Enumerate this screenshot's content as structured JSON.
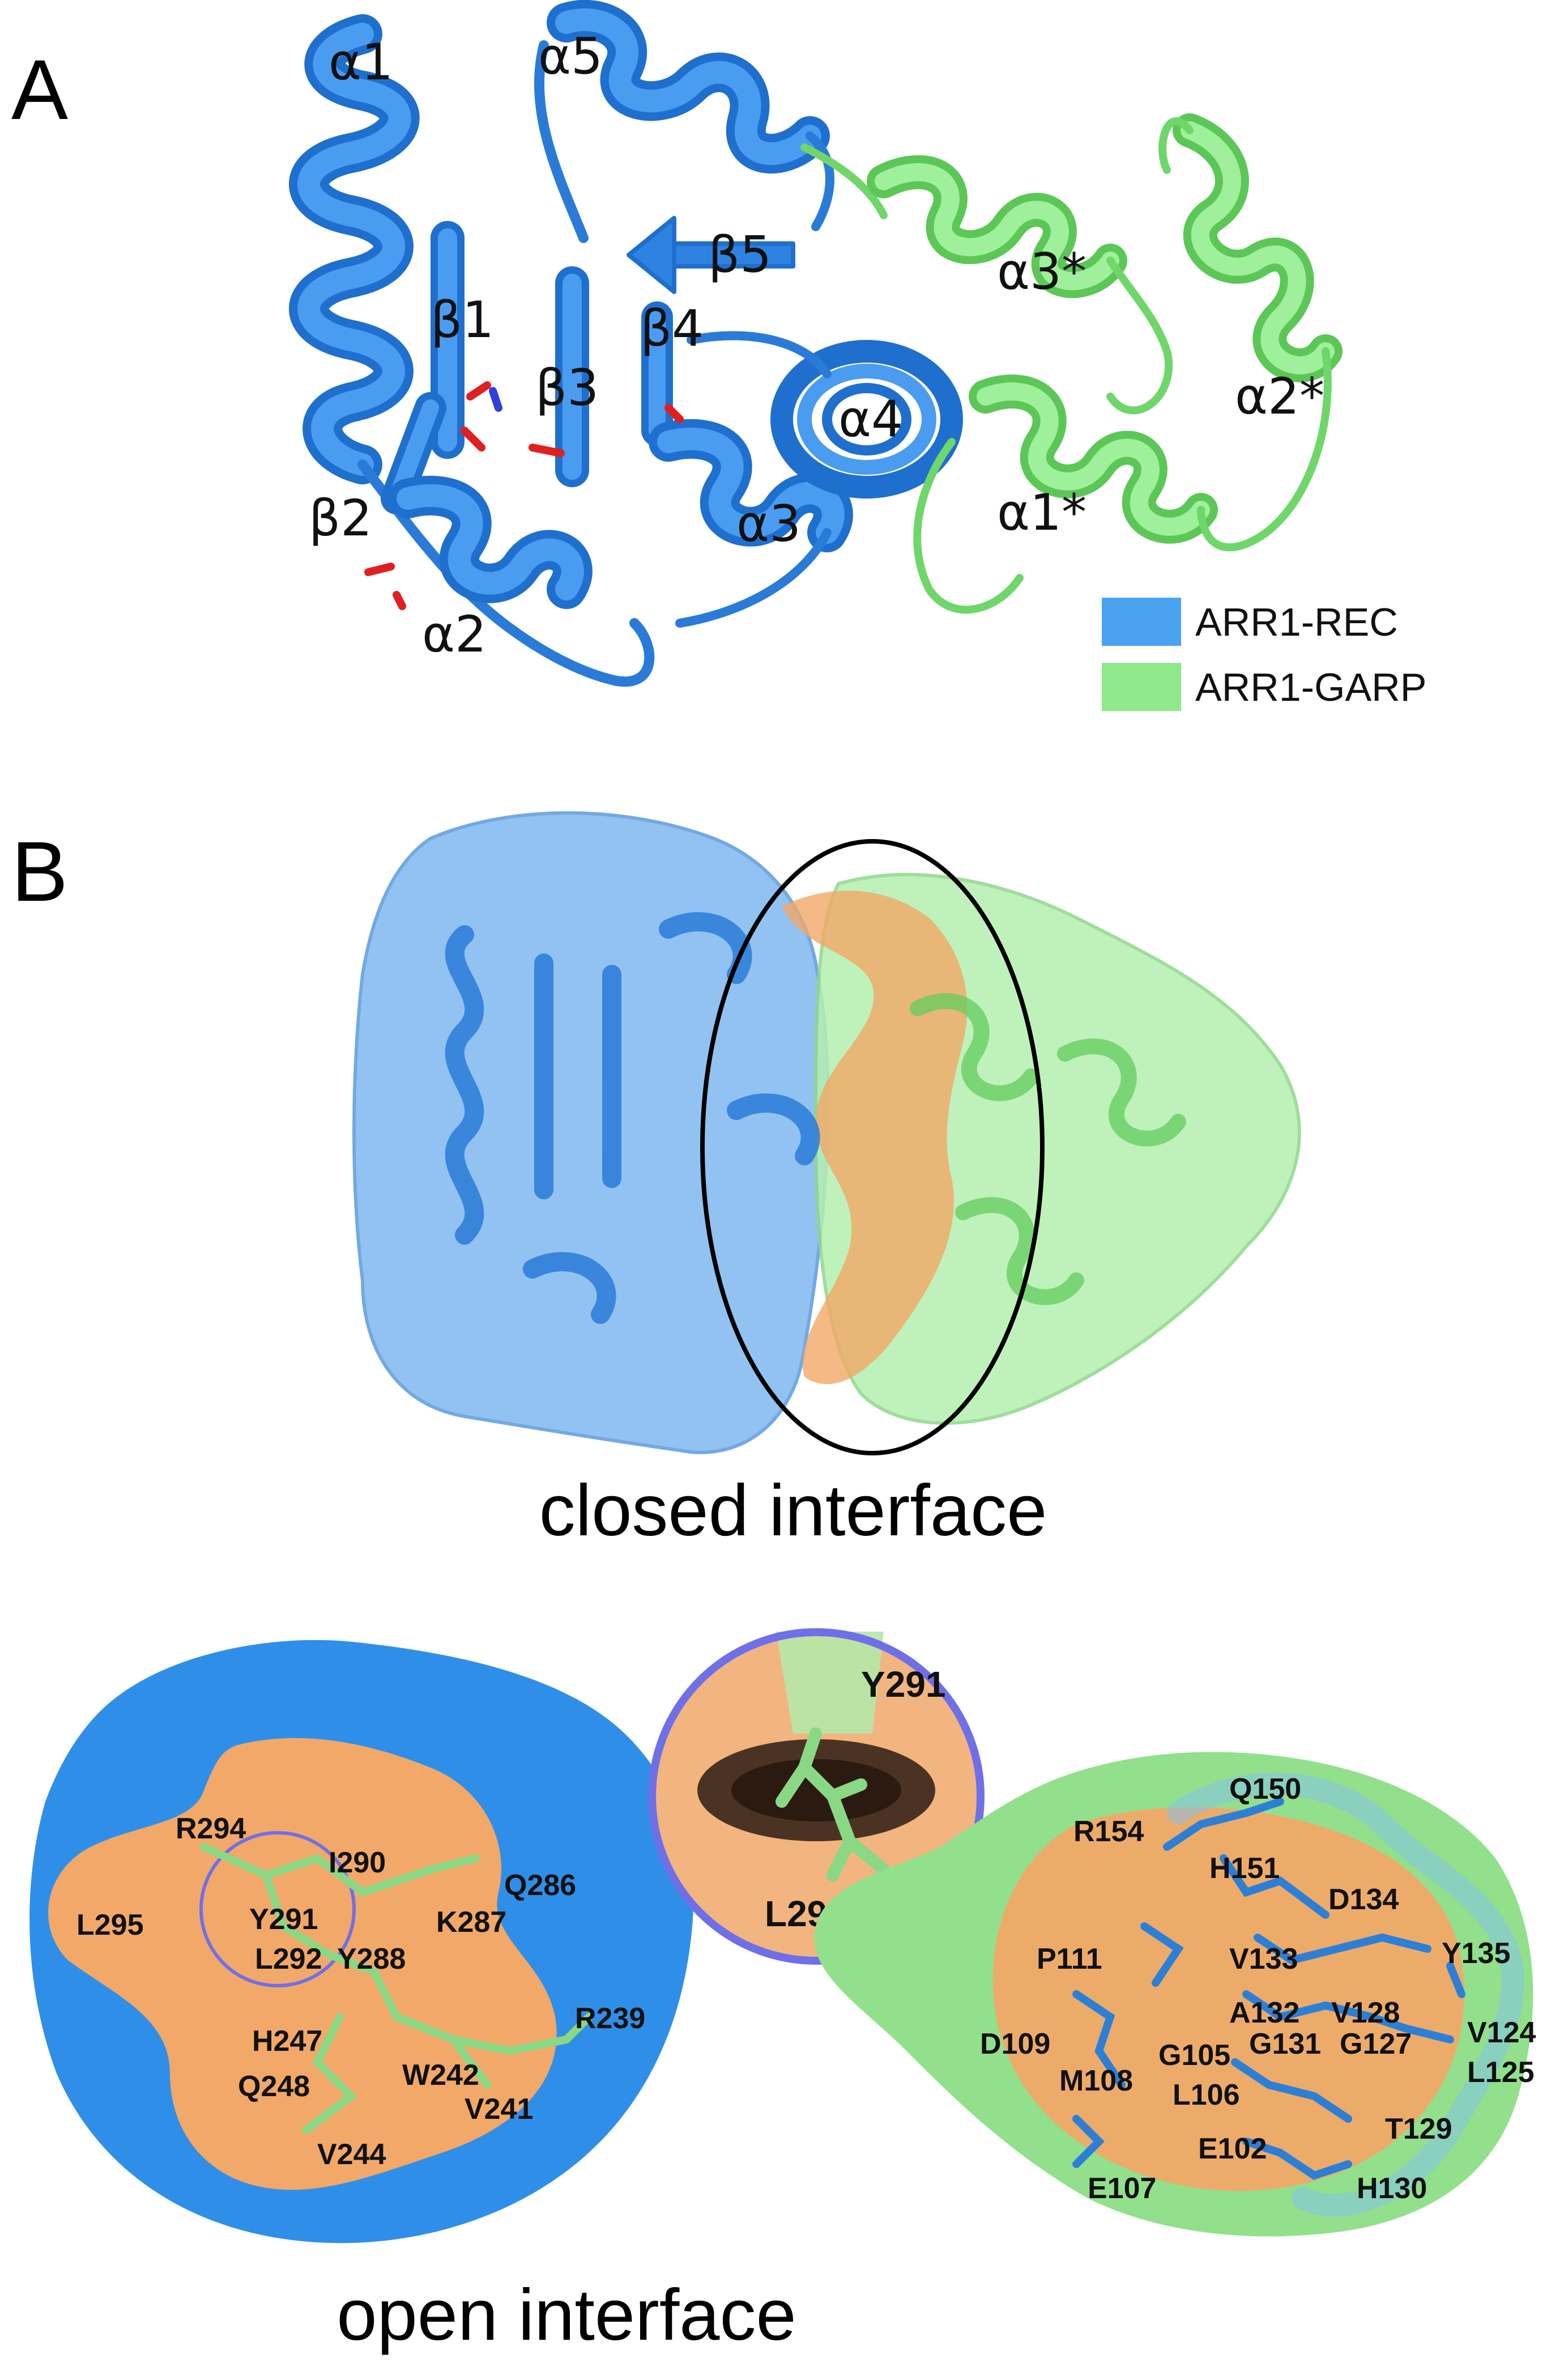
{
  "panel_a": {
    "letter": "A",
    "labels": {
      "a1": "α1",
      "a2": "α2",
      "a3": "α3",
      "a4": "α4",
      "a5": "α5",
      "b1": "β1",
      "b2": "β2",
      "b3": "β3",
      "b4": "β4",
      "b5": "β5",
      "a1s": "α1*",
      "a2s": "α2*",
      "a3s": "α3*"
    },
    "legend": [
      {
        "label": "ARR1-REC",
        "color": "#4aa3f0"
      },
      {
        "label": "ARR1-GARP",
        "color": "#8fe88a"
      }
    ]
  },
  "panel_b": {
    "letter": "B",
    "closed_caption": "closed interface",
    "open_caption": "open interface",
    "left_residues": {
      "r294": "R294",
      "i290": "I290",
      "q286": "Q286",
      "l295": "L295",
      "y291": "Y291",
      "k287": "K287",
      "l292": "L292",
      "y288": "Y288",
      "r239": "R239",
      "h247": "H247",
      "w242": "W242",
      "q248": "Q248",
      "v241": "V241",
      "v244": "V244"
    },
    "inset_residues": {
      "y291": "Y291",
      "l292": "L292"
    },
    "right_residues": {
      "q150": "Q150",
      "r154": "R154",
      "h151": "H151",
      "d134": "D134",
      "p111": "P111",
      "v133": "V133",
      "y135": "Y135",
      "a132": "A132",
      "v128": "V128",
      "v124": "V124",
      "d109": "D109",
      "g105": "G105",
      "g131": "G131",
      "g127": "G127",
      "l125": "L125",
      "m108": "M108",
      "l106": "L106",
      "t129": "T129",
      "e102": "E102",
      "e107": "E107",
      "h130": "H130"
    },
    "colors": {
      "rec": "#3b8fe6",
      "garp": "#8fe08a",
      "interface": "#f2a868",
      "ellipse": "#000000",
      "inset_ring": "#6f6fe8"
    }
  }
}
